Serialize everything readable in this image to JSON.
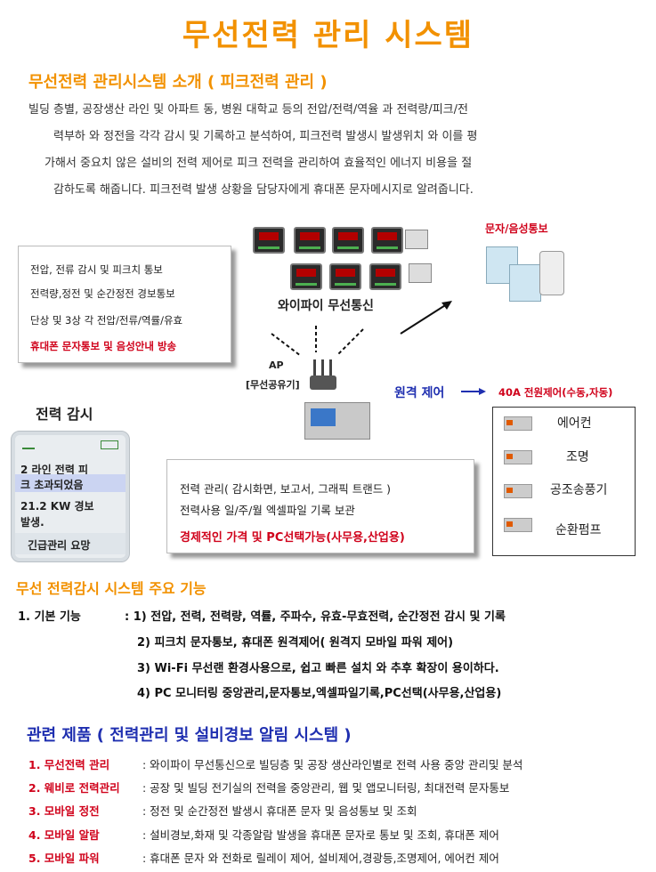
{
  "title": "무선전력 관리 시스템",
  "intro": {
    "heading": "무선전력 관리시스템 소개 ( 피크전력 관리 )",
    "lines": [
      "빌딩 층별, 공장생산 라인 및 아파트 동, 병원 대학교 등의 전압/전력/역율 과 전력량/피크/전",
      "력부하 와 정전을 각각 감시 및 기록하고 분석하여, 피크전력 발생시 발생위치 와 이를 평",
      "가해서 중요치 않은 설비의 전력 제어로 피크 전력을 관리하여 효율적인 에너지 비용을 절",
      "감하도록 해줍니다.  피크전력 발생 상황을 담당자에게 휴대폰 문자메시지로 알려줍니다."
    ]
  },
  "diagram": {
    "left_box": {
      "lines": [
        "전압, 전류 감시 및 피크치 통보",
        "전력량,정전 및 순간정전 경보통보",
        "단상 및 3상 각 전압/전류/역률/유효"
      ],
      "highlight": "휴대폰 문자통보 및 음성안내 방송"
    },
    "wifi_label": "와이파이 무선통신",
    "sms_label": "문자/음성통보",
    "ap_label": "AP",
    "ap_sub": "[무선공유기]",
    "remote_label": "원격 제어",
    "control_title": "40A 전원제어(수동,자동)",
    "control_items": [
      "에어컨",
      "조명",
      "공조송풍기",
      "순환펌프"
    ],
    "monitor_label": "전력 감시",
    "phone_lines": [
      "2 라인 전력 피",
      "크 초과되었음",
      "21.2 KW 경보",
      "발생.",
      "긴급관리 요망"
    ],
    "center_box": {
      "lines": [
        "전력 관리( 감시화면, 보고서, 그래픽 트랜드 )",
        "전력사용 일/주/월  엑셀파일 기록 보관"
      ],
      "highlight": "경제적인 가격 및 PC선택가능(사무용,산업용)"
    }
  },
  "functions": {
    "heading": "무선 전력감시 시스템 주요 기능",
    "label": "1.  기본 기능",
    "items": [
      ": 1) 전압, 전력, 전력량, 역률, 주파수, 유효-무효전력, 순간정전 감시 및 기록",
      "2) 피크치 문자통보, 휴대폰 원격제어( 원격지 모바일 파워 제어)",
      "3) Wi-Fi 무선랜 환경사용으로, 쉽고 빠른 설치 와 추후 확장이 용이하다.",
      "4) PC 모니터링 중앙관리,문자통보,엑셀파일기록,PC선택(사무용,산업용)"
    ]
  },
  "related": {
    "heading": "관련 제품 ( 전력관리 및 설비경보 알림 시스템 )",
    "items": [
      {
        "label": "1. 무선전력 관리",
        "desc": ": 와이파이 무선통신으로 빌딩층 및 공장 생산라인별로 전력 사용 중앙 관리및 분석"
      },
      {
        "label": "2. 웨비로 전력관리",
        "desc": ": 공장 및 빌딩 전기실의 전력을 중앙관리, 웹 및 앱모니터링, 최대전력 문자통보"
      },
      {
        "label": "3. 모바일 정전",
        "desc": ": 정전 및 순간정전 발생시 휴대폰 문자 및 음성통보 및 조회"
      },
      {
        "label": "4. 모바일 알람",
        "desc": ": 설비경보,화재 및 각종알람 발생을 휴대폰 문자로 통보 및 조회, 휴대폰 제어"
      },
      {
        "label": "5. 모바일 파워",
        "desc": ":  휴대폰 문자 와 전화로 릴레이 제어, 설비제어,경광등,조명제어, 에어컨 제어"
      }
    ]
  }
}
